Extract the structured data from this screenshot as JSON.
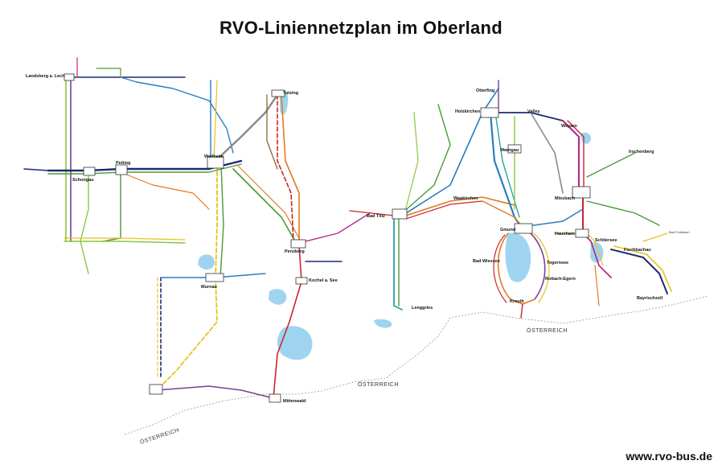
{
  "title": "RVO-Liniennetzplan im Oberland",
  "footer_url": "www.rvo-bus.de",
  "border_labels": [
    "ÖSTERREICH",
    "ÖSTERREICH",
    "ÖSTERREICH"
  ],
  "towns": [
    "Landsberg a. Lech",
    "Tutzing",
    "Weilheim",
    "Peiting",
    "Schongau",
    "Penzberg",
    "Murnau",
    "Kochel a. See",
    "Bad Tölz",
    "Lenggries",
    "Mittenwald",
    "Holzkirchen",
    "Valley",
    "Otterfing",
    "Waakirchen",
    "Warngau",
    "Gmund",
    "Miesbach",
    "Hausham",
    "Weyarn",
    "Irschenberg",
    "Bad Wiessee",
    "Tegernsee",
    "Rottach-Egern",
    "Kreuth",
    "Schliersee",
    "Fischbachau",
    "Bayrischzell",
    "Bad Feilnbach"
  ],
  "colors": {
    "purple": "#7b3f98",
    "navy": "#1d2a6e",
    "green": "#4a9a3a",
    "yellow": "#e8c21a",
    "orange": "#e27a1f",
    "red": "#c8262b",
    "blue": "#2a7ec0",
    "teal": "#2aa3a3",
    "pink": "#d6418f",
    "brown": "#8a5a2b",
    "lime": "#8cc63f",
    "grey": "#8a8a8a",
    "lightblue": "#9fd4f0",
    "border": "#999999",
    "magenta": "#b0308a",
    "darkgreen": "#2f6b2f"
  }
}
